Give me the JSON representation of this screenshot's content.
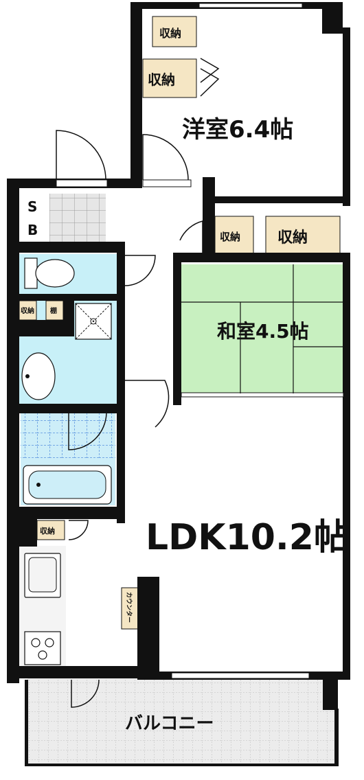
{
  "rooms": {
    "western_room": {
      "name": "洋室6.4帖"
    },
    "japanese_room": {
      "name": "和室4.5帖"
    },
    "ldk": {
      "name": "LDK10.2帖"
    },
    "balcony": {
      "name": "バルコニー"
    }
  },
  "storage": {
    "western_closet_1": "収納",
    "western_closet_2": "収納",
    "hall_closet": "収納",
    "japanese_closet": "収納",
    "entrance_closet_left": "収納",
    "entrance_shoe_box": "棚",
    "kitchen_closet": "収納"
  },
  "shoe_box": {
    "line1": "S",
    "line2": "B"
  },
  "counter": "カウンター",
  "colors": {
    "wall": "#111111",
    "japanese_room": "#c8f0c0",
    "wet_area": "#c8f0f8",
    "storage": "#f5e6c4",
    "balcony": "#e8e8e8",
    "tile_grid": "#3f7fd9"
  }
}
